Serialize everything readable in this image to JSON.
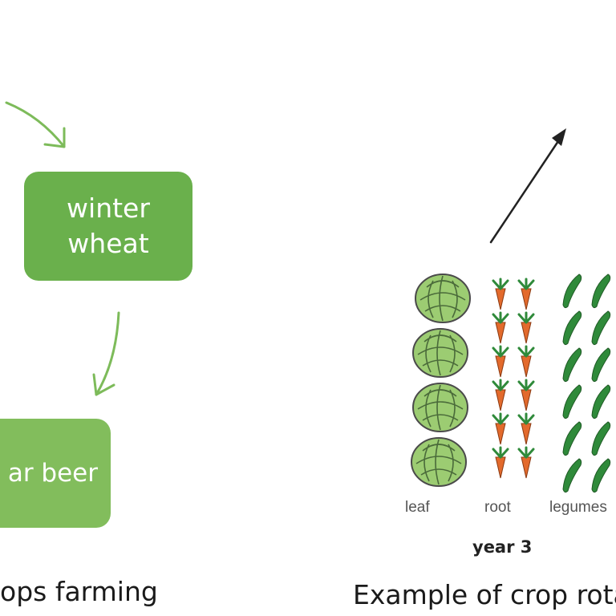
{
  "left_cycle": {
    "winter_wheat_label": "winter\nwheat",
    "sugar_beet_label": "ar beer",
    "caption": "ops farming"
  },
  "right_panel": {
    "row_labels": {
      "leaf": "leaf",
      "root": "root",
      "legumes": "legumes"
    },
    "year_label": "year 3",
    "caption": "Example of crop rota"
  },
  "colors": {
    "box_dark_green": "#6ab04c",
    "box_light_green": "#82bd5c",
    "arrow_green": "#7dbb5a",
    "arrow_black": "#222222",
    "cabbage_green": "#9ccc72",
    "carrot_orange": "#e36a2c",
    "carrot_leaf": "#2f8a3a",
    "pea_green": "#2f8a3a"
  },
  "icons": {
    "cabbage": "cabbage-icon",
    "carrot": "carrot-icon",
    "pea_pod": "pea-pod-icon"
  }
}
